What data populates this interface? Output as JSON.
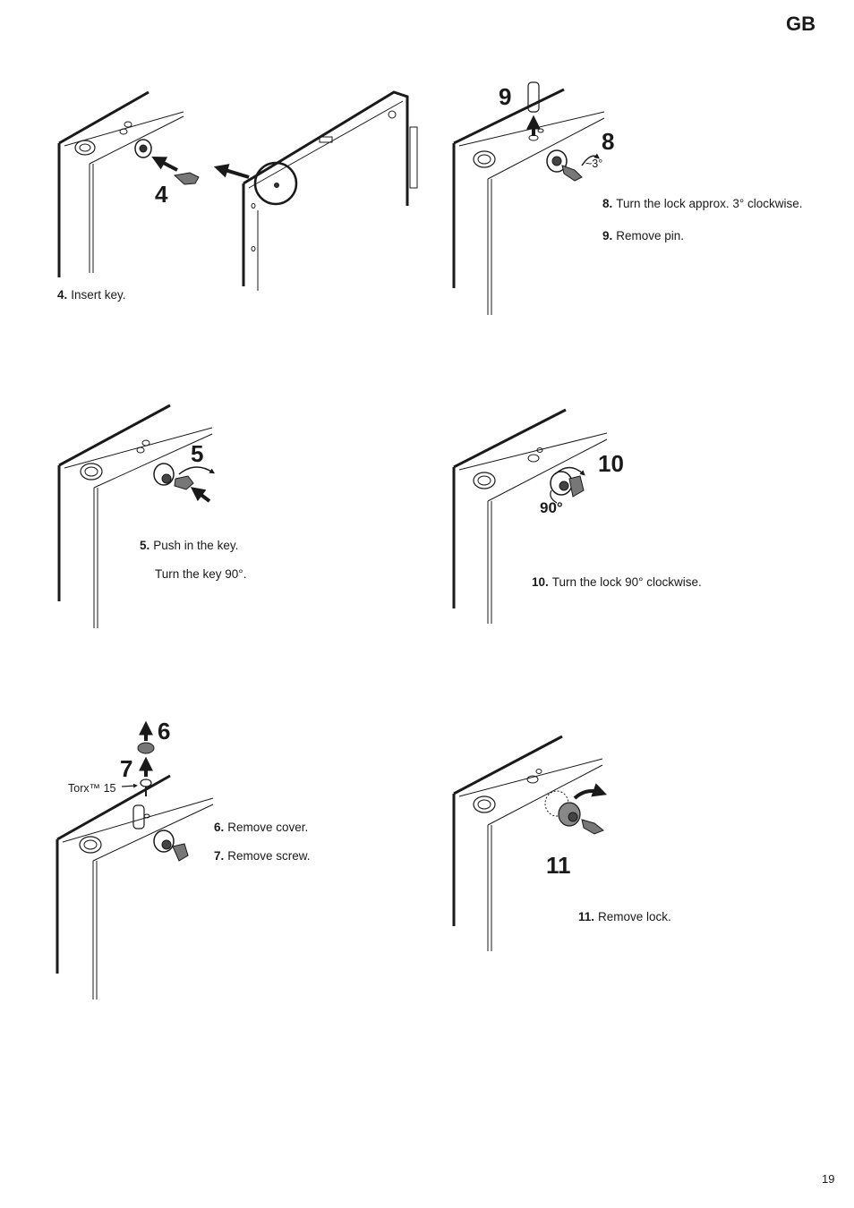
{
  "header": {
    "language_code": "GB"
  },
  "footer": {
    "page_number": "19"
  },
  "steps": {
    "s4": {
      "num": "4.",
      "text": "Insert key.",
      "label": "4"
    },
    "s5": {
      "num": "5.",
      "text": "Push in the key.",
      "text2": "Turn the key 90°.",
      "label": "5"
    },
    "s6": {
      "num": "6.",
      "text": "Remove cover.",
      "label": "6"
    },
    "s7": {
      "num": "7.",
      "text": "Remove screw.",
      "label": "7",
      "tool": "Torx™ 15"
    },
    "s8": {
      "num": "8.",
      "text": "Turn the lock approx. 3° clockwise.",
      "label": "8",
      "angle": "~3°"
    },
    "s9": {
      "num": "9.",
      "text": "Remove pin.",
      "label": "9"
    },
    "s10": {
      "num": "10.",
      "text": "Turn the lock 90° clockwise.",
      "label": "10",
      "angle": "90°"
    },
    "s11": {
      "num": "11.",
      "text": "Remove lock.",
      "label": "11"
    }
  }
}
